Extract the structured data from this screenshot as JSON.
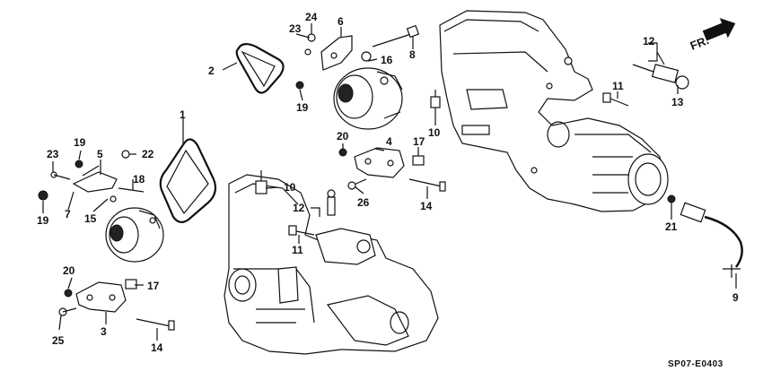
{
  "diagram": {
    "direction_label": "FR.",
    "drawing_code": "SP07-E0403",
    "callouts": [
      {
        "id": "c1",
        "num": "1"
      },
      {
        "id": "c2",
        "num": "2"
      },
      {
        "id": "c3",
        "num": "3"
      },
      {
        "id": "c4",
        "num": "4"
      },
      {
        "id": "c5",
        "num": "5"
      },
      {
        "id": "c6",
        "num": "6"
      },
      {
        "id": "c7",
        "num": "7"
      },
      {
        "id": "c8",
        "num": "8"
      },
      {
        "id": "c9",
        "num": "9"
      },
      {
        "id": "c10a",
        "num": "10"
      },
      {
        "id": "c10b",
        "num": "10"
      },
      {
        "id": "c11a",
        "num": "11"
      },
      {
        "id": "c11b",
        "num": "11"
      },
      {
        "id": "c12a",
        "num": "12"
      },
      {
        "id": "c12b",
        "num": "12"
      },
      {
        "id": "c13",
        "num": "13"
      },
      {
        "id": "c14a",
        "num": "14"
      },
      {
        "id": "c14b",
        "num": "14"
      },
      {
        "id": "c15",
        "num": "15"
      },
      {
        "id": "c16",
        "num": "16"
      },
      {
        "id": "c17a",
        "num": "17"
      },
      {
        "id": "c17b",
        "num": "17"
      },
      {
        "id": "c18",
        "num": "18"
      },
      {
        "id": "c19a",
        "num": "19"
      },
      {
        "id": "c19b",
        "num": "19"
      },
      {
        "id": "c19c",
        "num": "19"
      },
      {
        "id": "c20a",
        "num": "20"
      },
      {
        "id": "c20b",
        "num": "20"
      },
      {
        "id": "c21",
        "num": "21"
      },
      {
        "id": "c22",
        "num": "22"
      },
      {
        "id": "c23a",
        "num": "23"
      },
      {
        "id": "c23b",
        "num": "23"
      },
      {
        "id": "c24",
        "num": "24"
      },
      {
        "id": "c25",
        "num": "25"
      },
      {
        "id": "c26",
        "num": "26"
      }
    ]
  }
}
